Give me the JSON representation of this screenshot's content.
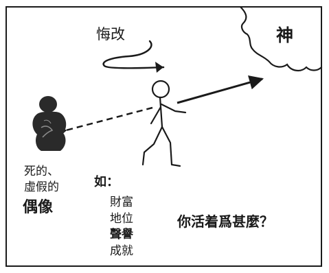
{
  "labels": {
    "repent": "悔改",
    "god": "神",
    "idol_line1": "死的、",
    "idol_line2": "虛假的",
    "idol_big": "偶像",
    "such_as": "如：",
    "question": "你活着爲甚麼？"
  },
  "items": [
    {
      "text": "財富",
      "bold": false
    },
    {
      "text": "地位",
      "bold": false
    },
    {
      "text": "聲譽",
      "bold": true
    },
    {
      "text": "成就",
      "bold": false
    }
  ],
  "icons": {
    "cloud": "cloud-icon",
    "idol": "idol-statue-icon",
    "person": "stick-figure-icon",
    "turn": "u-turn-arrow-icon",
    "to_god": "solid-arrow-icon",
    "to_idol": "dashed-arrow-icon"
  },
  "colors": {
    "ink": "#1a1a1a",
    "idol_dark": "#2a2a2a",
    "idol_light": "#8a8a8a",
    "background": "#ffffff"
  }
}
